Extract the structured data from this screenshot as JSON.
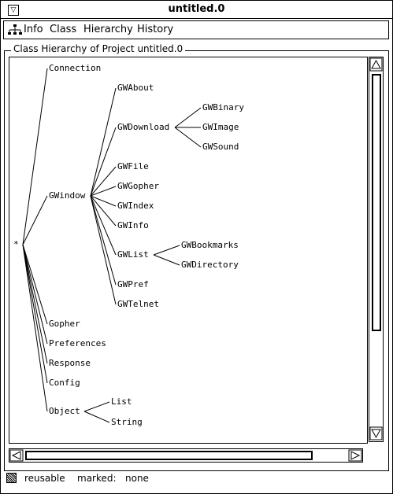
{
  "window": {
    "title": "untitled.0",
    "menu_button_glyph": "▽"
  },
  "menubar": {
    "icon": "hierarchy-icon",
    "items": [
      "Info",
      "Class",
      "Hierarchy",
      "History"
    ]
  },
  "group": {
    "label": "Class Hierarchy of Project untitled.0"
  },
  "tree": {
    "root": "*",
    "nodes": {
      "connection": "Connection",
      "gwindow": "GWindow",
      "gwabout": "GWAbout",
      "gwdownload": "GWDownload",
      "gwbinary": "GWBinary",
      "gwimage": "GWImage",
      "gwsound": "GWSound",
      "gwfile": "GWFile",
      "gwgopher": "GWGopher",
      "gwindex": "GWIndex",
      "gwinfo": "GWInfo",
      "gwlist": "GWList",
      "gwbookmarks": "GWBookmarks",
      "gwdirectory": "GWDirectory",
      "gwpref": "GWPref",
      "gwtelnet": "GWTelnet",
      "gopher": "Gopher",
      "preferences": "Preferences",
      "response": "Response",
      "config": "Config",
      "object": "Object",
      "list": "List",
      "string": "String"
    }
  },
  "status": {
    "reusable_label": "reusable",
    "marked_label": "marked:",
    "marked_value": "none"
  },
  "colors": {
    "background": "#ffffff",
    "foreground": "#000000"
  }
}
